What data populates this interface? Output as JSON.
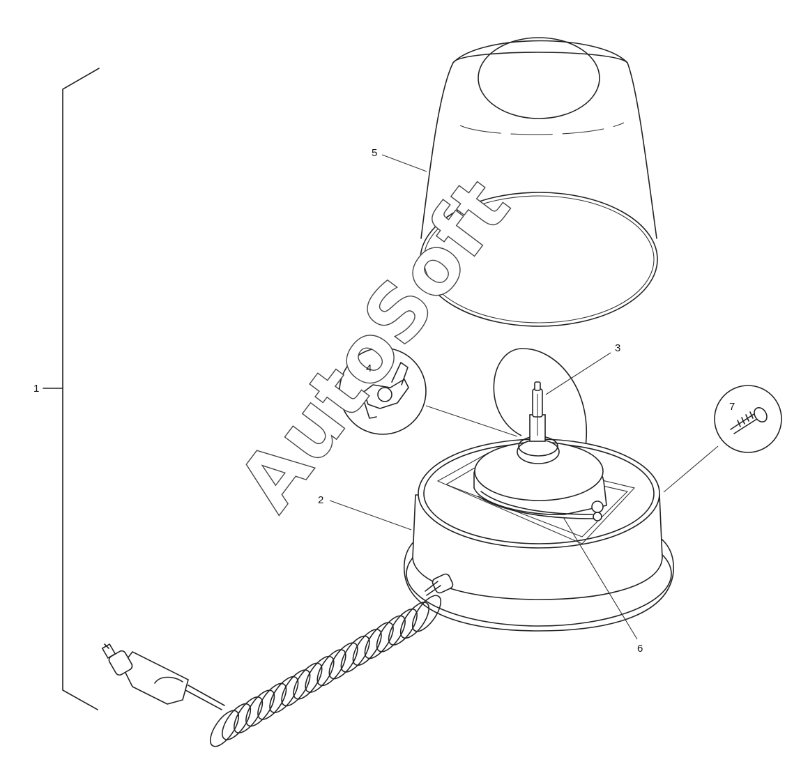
{
  "callouts": {
    "c1": "1",
    "c2": "2",
    "c3": "3",
    "c4": "4",
    "c5": "5",
    "c6": "6",
    "c7": "7"
  },
  "watermark": "AutoSoft"
}
